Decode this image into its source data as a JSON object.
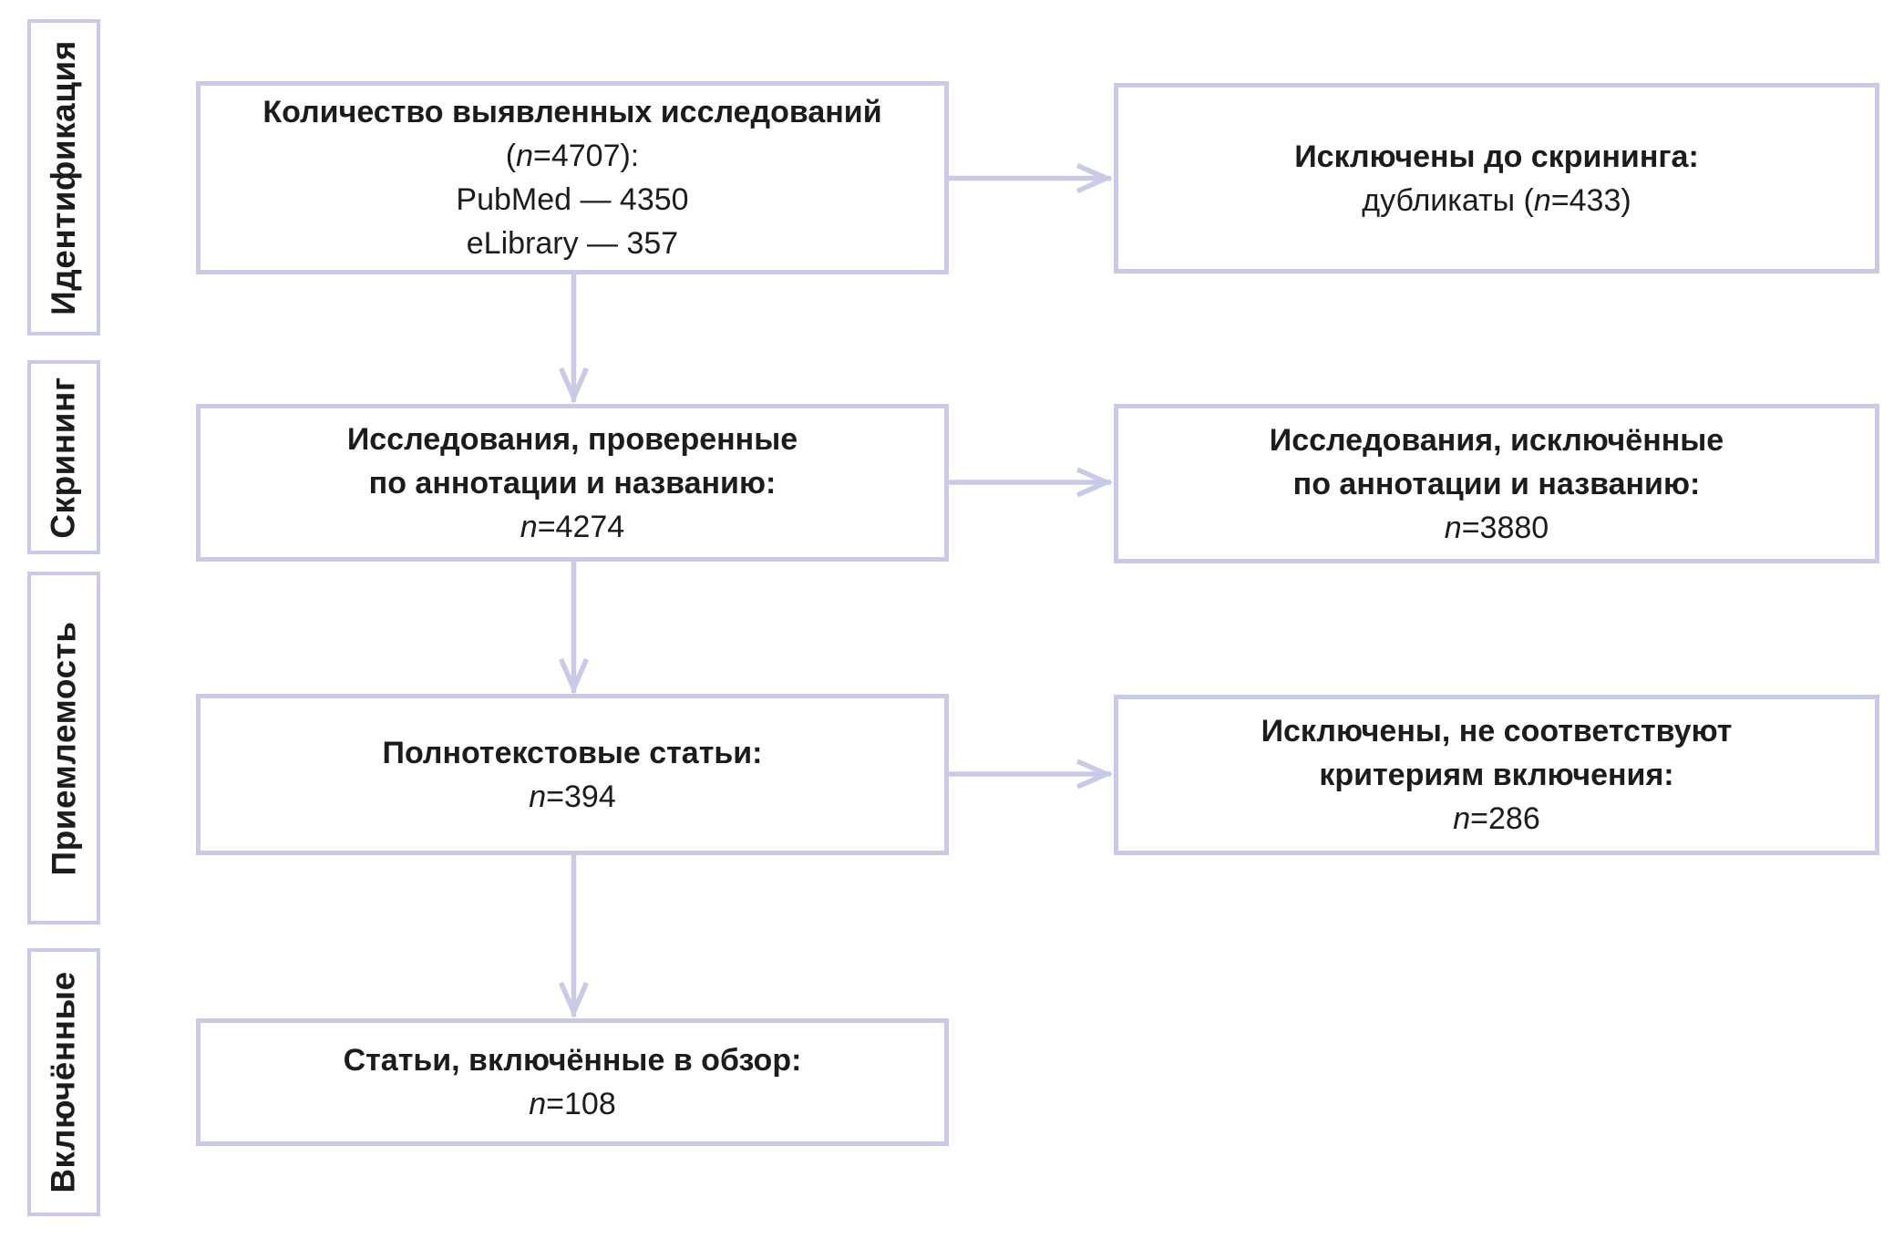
{
  "colors": {
    "line": "#c9cae5",
    "text": "#1d1b1c"
  },
  "sidebar": {
    "stages": [
      {
        "label": "Идентификация"
      },
      {
        "label": "Скрининг"
      },
      {
        "label": "Приемлемость"
      },
      {
        "label": "Включённые"
      }
    ]
  },
  "boxes": {
    "identified": {
      "title_lines": [
        "Количество выявленных исследований"
      ],
      "n_line": {
        "pre": "(",
        "var": "n",
        "post": "=4707):"
      },
      "sources": [
        "PubMed — 4350",
        "eLibrary — 357"
      ]
    },
    "screened": {
      "title_lines": [
        "Исследования, проверенные",
        "по аннотации и названию:"
      ],
      "n_line": {
        "pre": "",
        "var": "n",
        "post": "=4274"
      }
    },
    "fulltext": {
      "title_lines": [
        "Полнотекстовые статьи:"
      ],
      "n_line": {
        "pre": "",
        "var": "n",
        "post": "=394"
      }
    },
    "included": {
      "title_lines": [
        "Статьи, включённые в обзор:"
      ],
      "n_line": {
        "pre": "",
        "var": "n",
        "post": "=108"
      }
    },
    "excluded_before_screening": {
      "title_lines": [
        "Исключены до скрининга:"
      ],
      "n_line": {
        "pre": "дубликаты (",
        "var": "n",
        "post": "=433)"
      }
    },
    "excluded_by_abstract": {
      "title_lines": [
        "Исследования, исключённые",
        "по аннотации и названию:"
      ],
      "n_line": {
        "pre": "",
        "var": "n",
        "post": "=3880"
      }
    },
    "excluded_criteria": {
      "title_lines": [
        "Исключены, не соответствуют",
        "критериям включения:"
      ],
      "n_line": {
        "pre": "",
        "var": "n",
        "post": "=286"
      }
    }
  }
}
